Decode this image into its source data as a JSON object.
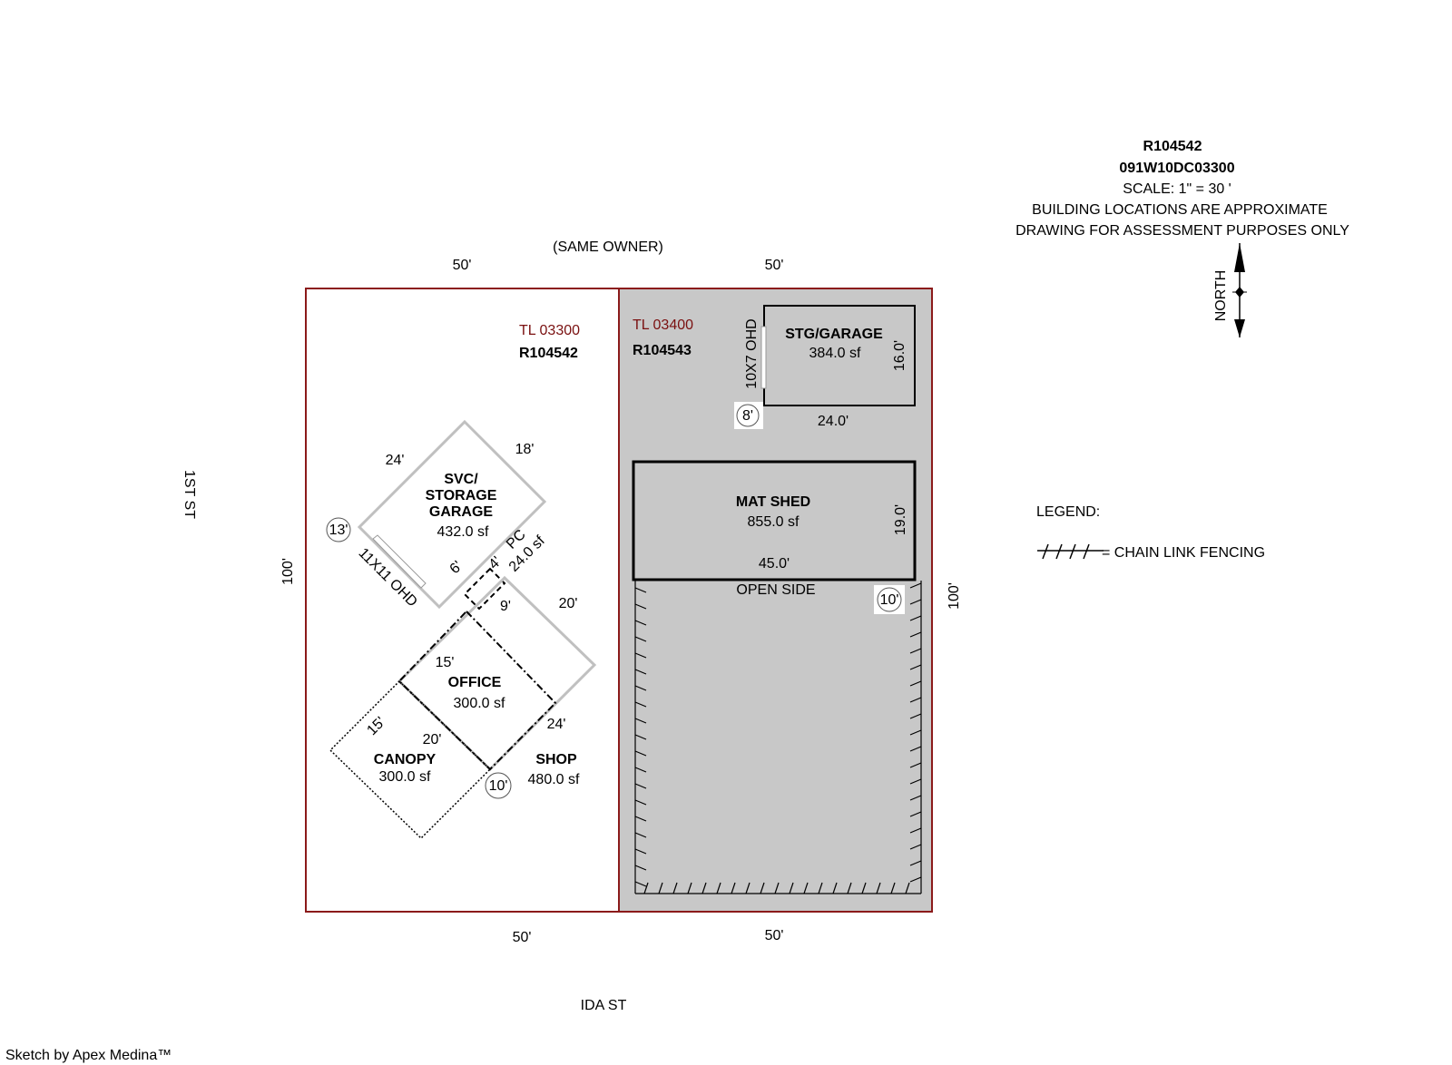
{
  "header": {
    "account": "R104542",
    "map_number": "091W10DC03300",
    "scale": "SCALE: 1\" = 30 '",
    "note1": "BUILDING LOCATIONS ARE APPROXIMATE",
    "note2": "DRAWING FOR ASSESSMENT PURPOSES ONLY",
    "north_label": "NORTH"
  },
  "streets": {
    "west": "1ST ST",
    "south": "IDA ST",
    "north_neighbor": "(SAME OWNER)"
  },
  "lots": {
    "left": {
      "tl": "TL 03300",
      "account": "R104542",
      "top_dim": "50'",
      "bottom_dim": "50'",
      "side_dim": "100'"
    },
    "right": {
      "tl": "TL 03400",
      "account": "R104543",
      "top_dim": "50'",
      "bottom_dim": "50'",
      "side_dim": "100'"
    }
  },
  "buildings": {
    "stg_garage": {
      "name": "STG/GARAGE",
      "area": "384.0 sf",
      "width": "24.0'",
      "depth": "16.0'",
      "door": "10X7 OHD",
      "height": "8'"
    },
    "mat_shed": {
      "name": "MAT SHED",
      "area": "855.0 sf",
      "width": "45.0'",
      "depth": "19.0'",
      "open_side": "OPEN SIDE",
      "height": "10'"
    },
    "svc_garage": {
      "name_line1": "SVC/",
      "name_line2": "STORAGE",
      "name_line3": "GARAGE",
      "area": "432.0 sf",
      "dim_a": "24'",
      "dim_b": "18'",
      "door": "11X11 OHD",
      "height": "13'"
    },
    "pc": {
      "name": "PC",
      "area": "24.0 sf",
      "dim_a": "6'",
      "dim_b": "4'"
    },
    "office": {
      "name": "OFFICE",
      "area": "300.0 sf",
      "dim_a": "15'",
      "dim_b": "9'"
    },
    "shop": {
      "name": "SHOP",
      "area": "480.0 sf",
      "dim_a": "20'",
      "dim_b": "24'",
      "height": "10'"
    },
    "canopy": {
      "name": "CANOPY",
      "area": "300.0 sf",
      "dim_a": "15'",
      "dim_b": "20'"
    }
  },
  "legend": {
    "title": "LEGEND:",
    "fence_label": "= CHAIN LINK FENCING"
  },
  "footer": {
    "credit": "Sketch by Apex Medina™"
  },
  "colors": {
    "lot_line": "#8b1a1a",
    "shaded_lot": "#c8c8c8",
    "tl_text": "#7a1010"
  }
}
